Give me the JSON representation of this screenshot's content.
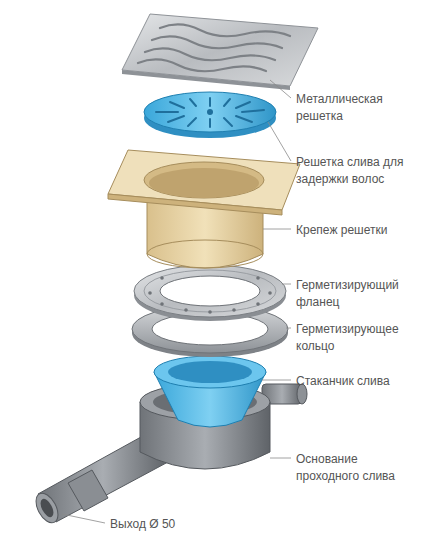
{
  "diagram": {
    "labels": [
      "Металлическая решетка",
      "Решетка слива для задержки волос",
      "Крепеж решетки",
      "Герметизирующий фланец",
      "Герметизирующее кольцо",
      "Стаканчик слива",
      "Основание проходного слива",
      "Выход Ø 50"
    ]
  }
}
